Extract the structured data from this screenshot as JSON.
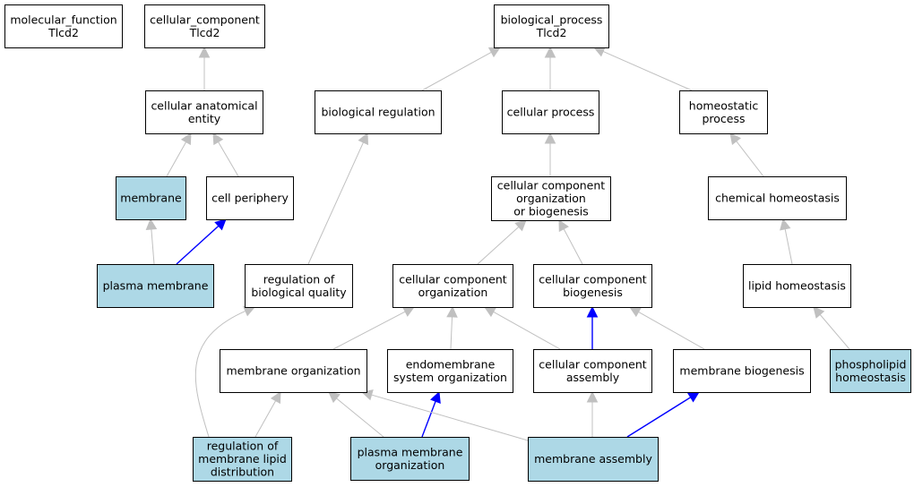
{
  "colors": {
    "plain_fill": "#ffffff",
    "highlight_fill": "#add8e6",
    "edge_gray": "#c0c0c0",
    "edge_blue": "#0000ff"
  },
  "nodes": [
    {
      "id": "mf",
      "lines": [
        "molecular_function",
        "Tlcd2"
      ],
      "highlight": false
    },
    {
      "id": "cc",
      "lines": [
        "cellular_component",
        "Tlcd2"
      ],
      "highlight": false
    },
    {
      "id": "bp",
      "lines": [
        "biological_process",
        "Tlcd2"
      ],
      "highlight": false
    },
    {
      "id": "cae",
      "lines": [
        "cellular anatomical",
        "entity"
      ],
      "highlight": false
    },
    {
      "id": "breg",
      "lines": [
        "biological regulation"
      ],
      "highlight": false
    },
    {
      "id": "cproc",
      "lines": [
        "cellular process"
      ],
      "highlight": false
    },
    {
      "id": "hproc",
      "lines": [
        "homeostatic",
        "process"
      ],
      "highlight": false
    },
    {
      "id": "mem",
      "lines": [
        "membrane"
      ],
      "highlight": true
    },
    {
      "id": "cper",
      "lines": [
        "cell periphery"
      ],
      "highlight": false
    },
    {
      "id": "ccob",
      "lines": [
        "cellular component",
        "organization",
        "or biogenesis"
      ],
      "highlight": false
    },
    {
      "id": "chem",
      "lines": [
        "chemical homeostasis"
      ],
      "highlight": false
    },
    {
      "id": "pm",
      "lines": [
        "plasma membrane"
      ],
      "highlight": true
    },
    {
      "id": "rbq",
      "lines": [
        "regulation of",
        "biological quality"
      ],
      "highlight": false
    },
    {
      "id": "cco",
      "lines": [
        "cellular component",
        "organization"
      ],
      "highlight": false
    },
    {
      "id": "ccb",
      "lines": [
        "cellular component",
        "biogenesis"
      ],
      "highlight": false
    },
    {
      "id": "lipid",
      "lines": [
        "lipid homeostasis"
      ],
      "highlight": false
    },
    {
      "id": "morg",
      "lines": [
        "membrane organization"
      ],
      "highlight": false
    },
    {
      "id": "endo",
      "lines": [
        "endomembrane",
        "system organization"
      ],
      "highlight": false
    },
    {
      "id": "cca",
      "lines": [
        "cellular component",
        "assembly"
      ],
      "highlight": false
    },
    {
      "id": "mbio",
      "lines": [
        "membrane biogenesis"
      ],
      "highlight": false
    },
    {
      "id": "phos",
      "lines": [
        "phospholipid",
        "homeostasis"
      ],
      "highlight": true
    },
    {
      "id": "rmld",
      "lines": [
        "regulation of",
        "membrane lipid",
        "distribution"
      ],
      "highlight": true
    },
    {
      "id": "pmo",
      "lines": [
        "plasma membrane",
        "organization"
      ],
      "highlight": true
    },
    {
      "id": "ma",
      "lines": [
        "membrane assembly"
      ],
      "highlight": true
    }
  ],
  "edges": [
    {
      "from": "cae",
      "to": "cc",
      "color": "gray"
    },
    {
      "from": "breg",
      "to": "bp",
      "color": "gray"
    },
    {
      "from": "cproc",
      "to": "bp",
      "color": "gray"
    },
    {
      "from": "hproc",
      "to": "bp",
      "color": "gray"
    },
    {
      "from": "mem",
      "to": "cae",
      "color": "gray"
    },
    {
      "from": "cper",
      "to": "cae",
      "color": "gray"
    },
    {
      "from": "ccob",
      "to": "cproc",
      "color": "gray"
    },
    {
      "from": "chem",
      "to": "hproc",
      "color": "gray"
    },
    {
      "from": "pm",
      "to": "mem",
      "color": "gray"
    },
    {
      "from": "pm",
      "to": "cper",
      "color": "blue"
    },
    {
      "from": "rbq",
      "to": "breg",
      "color": "gray"
    },
    {
      "from": "cco",
      "to": "ccob",
      "color": "gray"
    },
    {
      "from": "ccb",
      "to": "ccob",
      "color": "gray"
    },
    {
      "from": "lipid",
      "to": "chem",
      "color": "gray"
    },
    {
      "from": "morg",
      "to": "cco",
      "color": "gray"
    },
    {
      "from": "endo",
      "to": "cco",
      "color": "gray"
    },
    {
      "from": "cca",
      "to": "cco",
      "color": "gray"
    },
    {
      "from": "cca",
      "to": "ccb",
      "color": "blue"
    },
    {
      "from": "mbio",
      "to": "ccb",
      "color": "gray"
    },
    {
      "from": "phos",
      "to": "lipid",
      "color": "gray"
    },
    {
      "from": "rmld",
      "to": "rbq",
      "color": "gray"
    },
    {
      "from": "rmld",
      "to": "morg",
      "color": "gray"
    },
    {
      "from": "pmo",
      "to": "morg",
      "color": "gray"
    },
    {
      "from": "pmo",
      "to": "endo",
      "color": "blue"
    },
    {
      "from": "ma",
      "to": "morg",
      "color": "gray"
    },
    {
      "from": "ma",
      "to": "cca",
      "color": "gray"
    },
    {
      "from": "ma",
      "to": "mbio",
      "color": "blue"
    }
  ]
}
